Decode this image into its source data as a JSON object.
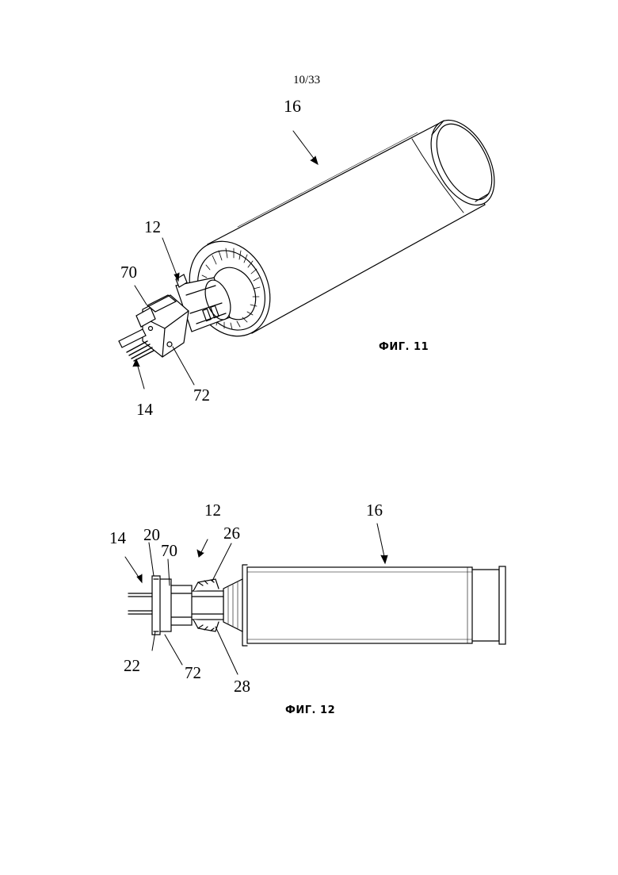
{
  "page_number": "10/33",
  "figure11": {
    "caption": "ФИГ. 11",
    "labels": {
      "tube": "16",
      "connector": "12",
      "ring": "70",
      "housing": "72",
      "pins": "14"
    }
  },
  "figure12": {
    "caption": "ФИГ. 12",
    "labels": {
      "tube": "16",
      "connector": "12",
      "pins": "14",
      "flange_upper": "20",
      "ring": "70",
      "clip_upper": "26",
      "flange_lower": "22",
      "housing": "72",
      "clip_lower": "28"
    }
  }
}
